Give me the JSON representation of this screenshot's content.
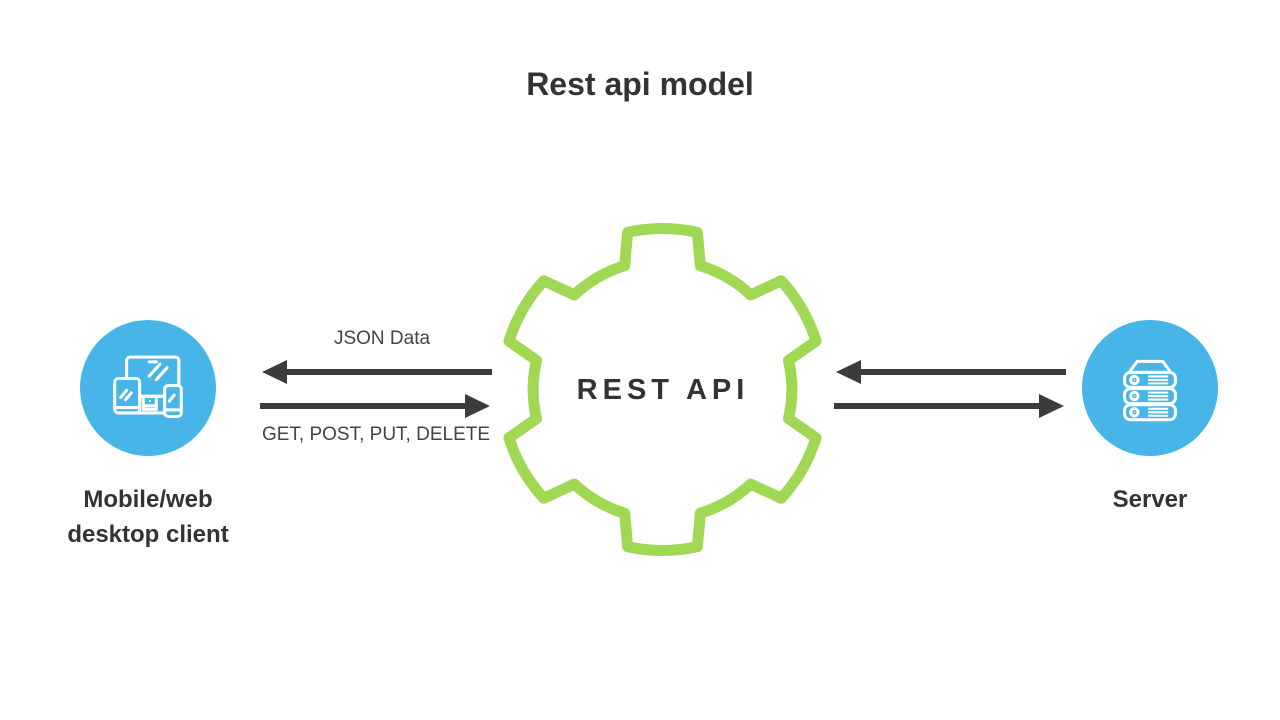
{
  "title": "Rest api model",
  "colors": {
    "node_blue": "#47B5E8",
    "gear_green": "#A0D854",
    "arrow_dark": "#3C3C3C",
    "text_dark": "#333333"
  },
  "client": {
    "icon": "devices-icon",
    "label_line1": "Mobile/web",
    "label_line2": "desktop client"
  },
  "gear": {
    "icon": "gear-outline-icon",
    "label": "REST API"
  },
  "server": {
    "icon": "server-stack-icon",
    "label": "Server"
  },
  "flows": {
    "client_api": {
      "response_label": "JSON Data",
      "request_label": "GET, POST, PUT, DELETE"
    },
    "api_server": {
      "response_label": "",
      "request_label": ""
    }
  }
}
